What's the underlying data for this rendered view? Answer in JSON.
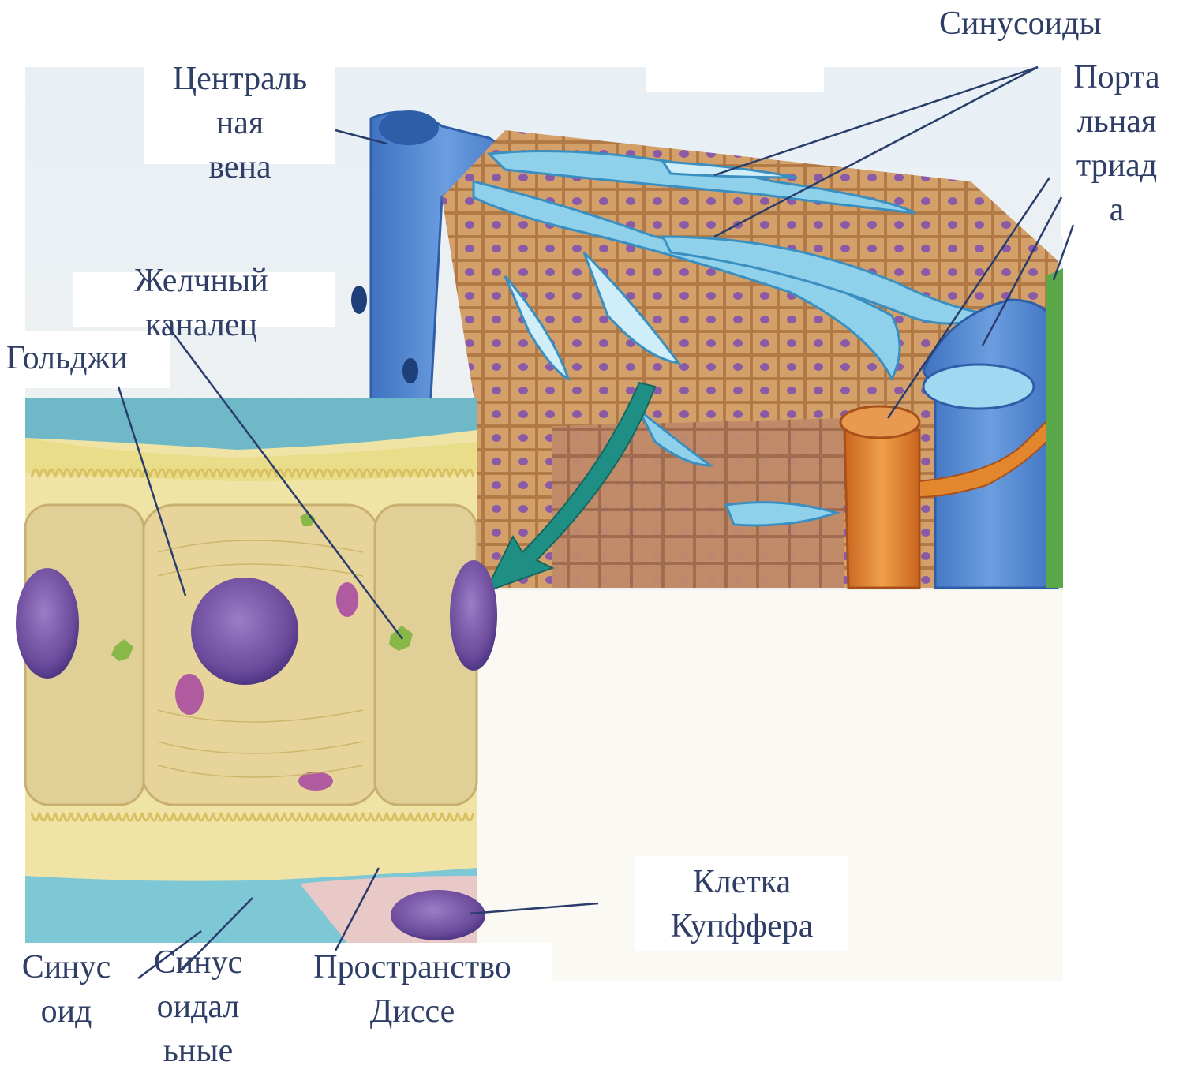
{
  "labels": {
    "sinusoids_top": "Синусоиды",
    "central_vein": [
      "Централь",
      "ная",
      "вена"
    ],
    "portal_triad": [
      "Порта",
      "льная",
      "триад",
      "а"
    ],
    "bile_canaliculus": [
      "Желчный",
      "каналец"
    ],
    "golgi": "Гольджи",
    "kupffer_cell": [
      "Клетка",
      "Купффера"
    ],
    "sinusoid_bottom": [
      "Синус",
      "оид"
    ],
    "sinusoidal": [
      "Синус",
      "оидал",
      "ьные"
    ],
    "space_of_disse": [
      "Пространство",
      "Диссе"
    ]
  },
  "colors": {
    "label_text": "#2f3e66",
    "leader_line": "#2a3c6b",
    "vein_blue": "#5b8fd6",
    "sinusoid_blue": "#7ec8e6",
    "hepatocyte_tan": "#c8925a",
    "nucleus_purple": "#7a5aa8",
    "artery_orange": "#e2872e",
    "bile_duct_green": "#5aa84a",
    "arrow_teal": "#1f8f86",
    "cytoplasm_yellow": "#efe3a6"
  }
}
